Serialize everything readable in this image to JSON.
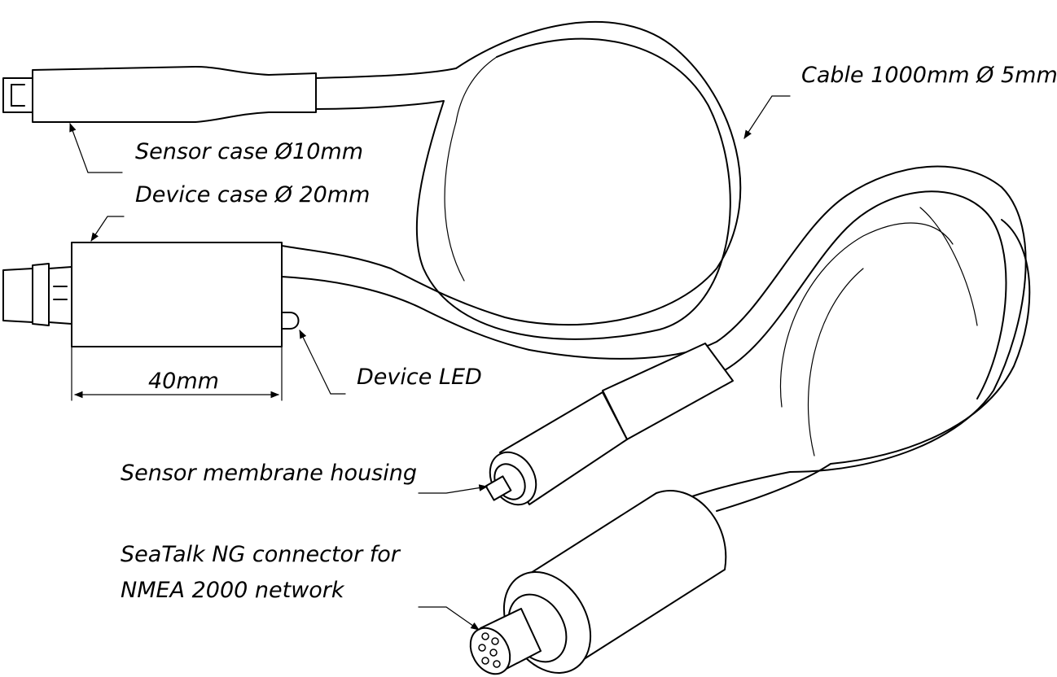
{
  "labels": {
    "cable": "Cable 1000mm Ø 5mm",
    "sensor_case": "Sensor case Ø10mm",
    "device_case": "Device case Ø 20mm",
    "device_led": "Device LED",
    "length": "40mm",
    "membrane": "Sensor membrane housing",
    "connector_line1": "SeaTalk NG connector for",
    "connector_line2": "NMEA 2000 network"
  }
}
